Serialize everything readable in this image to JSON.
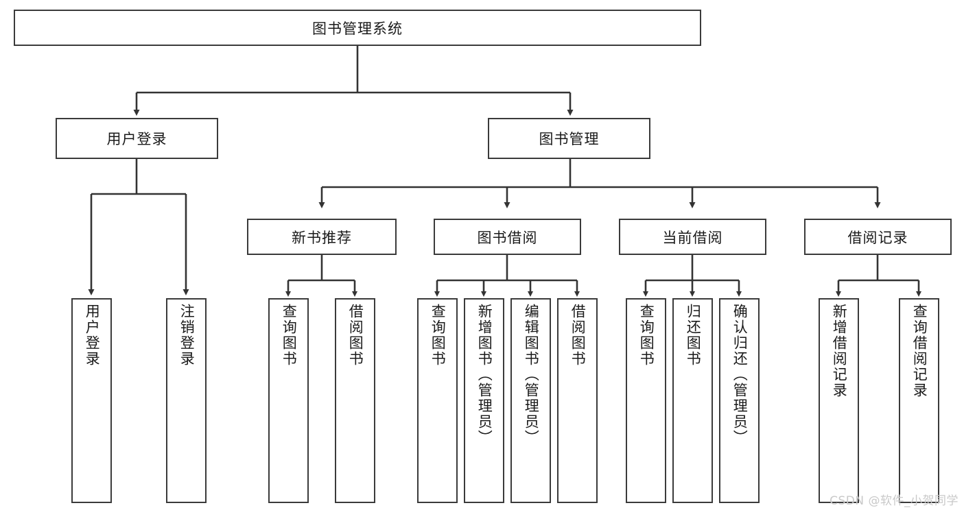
{
  "diagram": {
    "type": "tree",
    "title": "图书管理系统",
    "watermark": "CSDN @软件_小贺同学",
    "colors": {
      "box_border": "#3a3a3a",
      "box_fill": "#ffffff",
      "connector": "#333333",
      "text": "#1a1a1a",
      "watermark": "#c9c9c9",
      "background": "#ffffff"
    },
    "nodes": {
      "root": {
        "label": "图书管理系统"
      },
      "level1": [
        {
          "id": "user-login",
          "label": "用户登录"
        },
        {
          "id": "book-manage",
          "label": "图书管理"
        }
      ],
      "level2": [
        {
          "id": "new-book-recommend",
          "label": "新书推荐"
        },
        {
          "id": "book-borrow",
          "label": "图书借阅"
        },
        {
          "id": "current-borrow",
          "label": "当前借阅"
        },
        {
          "id": "borrow-record",
          "label": "借阅记录"
        }
      ],
      "leaves": {
        "user-login": [
          {
            "id": "leaf-user-login",
            "label": "用户登录"
          },
          {
            "id": "leaf-logout-login",
            "label": "注销登录"
          }
        ],
        "new-book-recommend": [
          {
            "id": "leaf-query-book-1",
            "label": "查询图书"
          },
          {
            "id": "leaf-borrow-book-1",
            "label": "借阅图书"
          }
        ],
        "book-borrow": [
          {
            "id": "leaf-query-book-2",
            "label": "查询图书"
          },
          {
            "id": "leaf-add-book",
            "label": "新增图书（管理员）"
          },
          {
            "id": "leaf-edit-book",
            "label": "编辑图书（管理员）"
          },
          {
            "id": "leaf-borrow-book-2",
            "label": "借阅图书"
          }
        ],
        "current-borrow": [
          {
            "id": "leaf-query-book-3",
            "label": "查询图书"
          },
          {
            "id": "leaf-return-book",
            "label": "归还图书"
          },
          {
            "id": "leaf-confirm-return",
            "label": "确认归还（管理员）"
          }
        ],
        "borrow-record": [
          {
            "id": "leaf-add-record",
            "label": "新增借阅记录"
          },
          {
            "id": "leaf-query-record",
            "label": "查询借阅记录"
          }
        ]
      }
    }
  }
}
